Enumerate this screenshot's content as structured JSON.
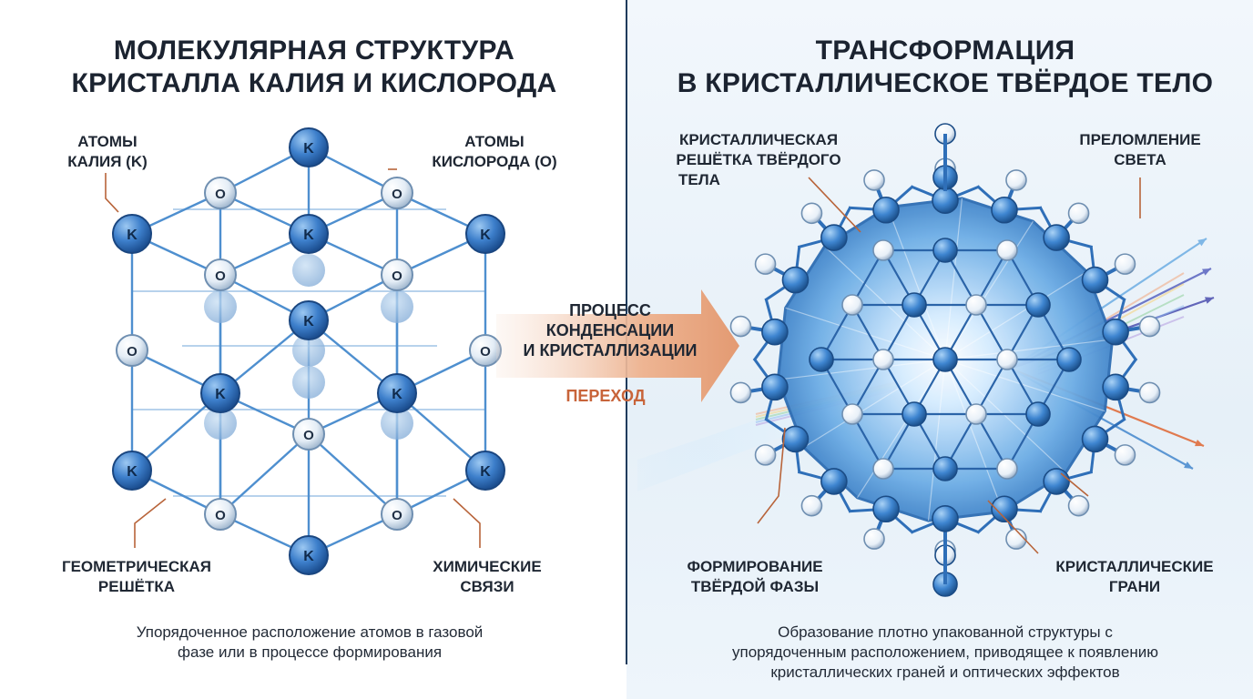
{
  "left_panel": {
    "title_line1": "МОЛЕКУЛЯРНАЯ СТРУКТУРА",
    "title_line2": "КРИСТАЛЛА КАЛИЯ И КИСЛОРОДА",
    "label_k_line1": "АТОМЫ",
    "label_k_line2": "КАЛИЯ (K)",
    "label_o_line1": "АТОМЫ",
    "label_o_line2": "КИСЛОРОДА (O)",
    "label_lattice_line1": "ГЕОМЕТРИЧЕСКАЯ",
    "label_lattice_line2": "РЕШЁТКА",
    "label_bonds_line1": "ХИМИЧЕСКИЕ",
    "label_bonds_line2": "СВЯЗИ",
    "caption_line1": "Упорядоченное расположение атомов в газовой",
    "caption_line2": "фазе или в процессе формирования",
    "atom_k_symbol": "K",
    "atom_o_symbol": "O"
  },
  "transition": {
    "line1": "ПРОЦЕСС",
    "line2": "КОНДЕНСАЦИИ",
    "line3": "И КРИСТАЛЛИЗАЦИИ",
    "label": "ПЕРЕХОД"
  },
  "right_panel": {
    "title_line1": "ТРАНСФОРМАЦИЯ",
    "title_line2": "В КРИСТАЛЛИЧЕСКОЕ ТВЁРДОЕ ТЕЛО",
    "label_lattice_line1": "КРИСТАЛЛИЧЕСКАЯ",
    "label_lattice_line2": "РЕШЁТКА ТВЁРДОГО",
    "label_lattice_line3": "ТЕЛА",
    "label_refraction_line1": "ПРЕЛОМЛЕНИЕ",
    "label_refraction_line2": "СВЕТА",
    "label_phase_line1": "ФОРМИРОВАНИЕ",
    "label_phase_line2": "ТВЁРДОЙ ФАЗЫ",
    "label_facets_line1": "КРИСТАЛЛИЧЕСКИЕ",
    "label_facets_line2": "ГРАНИ",
    "caption_line1": "Образование плотно упакованной структуры с",
    "caption_line2": "упорядоченным расположением, приводящее к появлению",
    "caption_line3": "кристаллических граней и оптических эффектов"
  },
  "colors": {
    "accent_blue": "#2f6fb8",
    "bond_blue": "#5b9bd5",
    "arrow_orange": "#e8a27c",
    "leader_orange": "#b8643a",
    "transition_label": "#c8643a",
    "panel_bg": "#eaf2f9",
    "divider": "#1f3b5c"
  }
}
